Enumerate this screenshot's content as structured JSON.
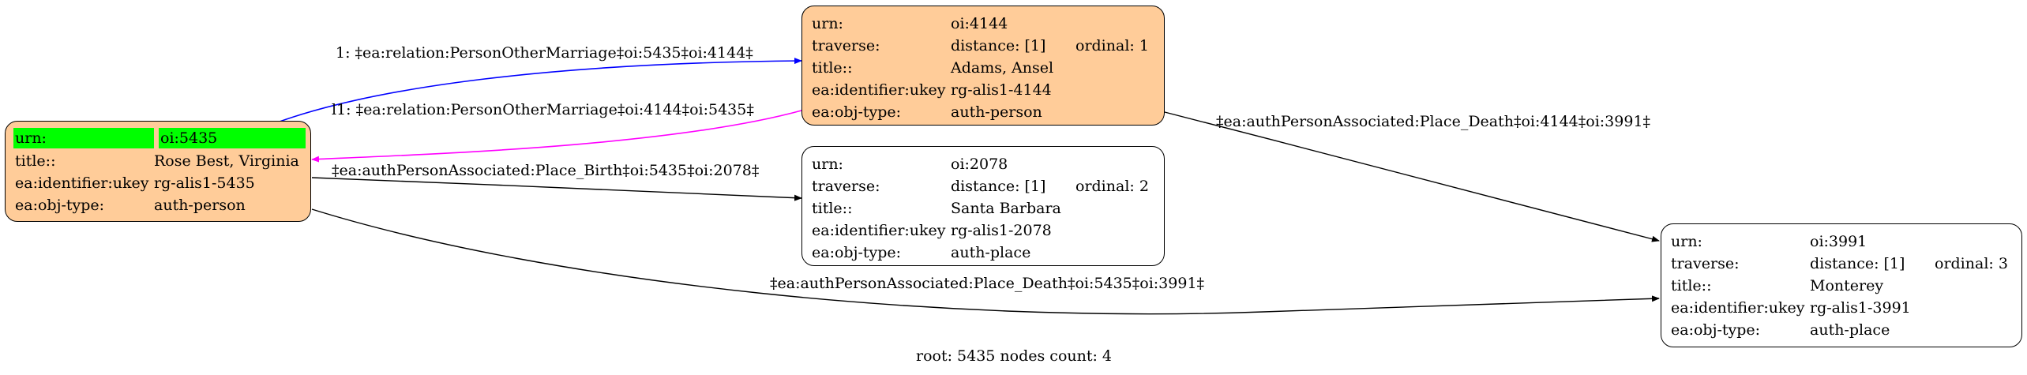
{
  "nodes": {
    "n5435": {
      "rows": [
        {
          "k": "urn:",
          "v": "oi:5435"
        },
        {
          "k": "title::",
          "v": "Rose Best, Virginia"
        },
        {
          "k": "ea:identifier:ukey",
          "v": "rg-alis1-5435"
        },
        {
          "k": "ea:obj-type:",
          "v": "auth-person"
        }
      ]
    },
    "n4144": {
      "rows": [
        {
          "k": "urn:",
          "v": "oi:4144"
        },
        {
          "k": "traverse:",
          "v": "distance: [1]",
          "extra": "ordinal: 1"
        },
        {
          "k": "title::",
          "v": "Adams, Ansel"
        },
        {
          "k": "ea:identifier:ukey",
          "v": "rg-alis1-4144"
        },
        {
          "k": "ea:obj-type:",
          "v": "auth-person"
        }
      ]
    },
    "n2078": {
      "rows": [
        {
          "k": "urn:",
          "v": "oi:2078"
        },
        {
          "k": "traverse:",
          "v": "distance: [1]",
          "extra": "ordinal: 2"
        },
        {
          "k": "title::",
          "v": "Santa Barbara"
        },
        {
          "k": "ea:identifier:ukey",
          "v": "rg-alis1-2078"
        },
        {
          "k": "ea:obj-type:",
          "v": "auth-place"
        }
      ]
    },
    "n3991": {
      "rows": [
        {
          "k": "urn:",
          "v": "oi:3991"
        },
        {
          "k": "traverse:",
          "v": "distance: [1]",
          "extra": "ordinal: 3"
        },
        {
          "k": "title::",
          "v": "Monterey"
        },
        {
          "k": "ea:identifier:ukey",
          "v": "rg-alis1-3991"
        },
        {
          "k": "ea:obj-type:",
          "v": "auth-place"
        }
      ]
    }
  },
  "edges": {
    "e1": "1: ‡ea:relation:PersonOtherMarriage‡oi:5435‡oi:4144‡",
    "e2": "l1: ‡ea:relation:PersonOtherMarriage‡oi:4144‡oi:5435‡",
    "e3": "‡ea:authPersonAssociated:Place_Birth‡oi:5435‡oi:2078‡",
    "e4": "‡ea:authPersonAssociated:Place_Death‡oi:4144‡oi:3991‡",
    "e5": "‡ea:authPersonAssociated:Place_Death‡oi:5435‡oi:3991‡"
  },
  "caption": "root: 5435 nodes count: 4",
  "colors": {
    "root_fill": "#ffcc99",
    "highlight": "#00ff00",
    "edge_marriage": "#0000ff",
    "edge_marriage_reverse": "#ff00ff",
    "edge_default": "#000000"
  }
}
